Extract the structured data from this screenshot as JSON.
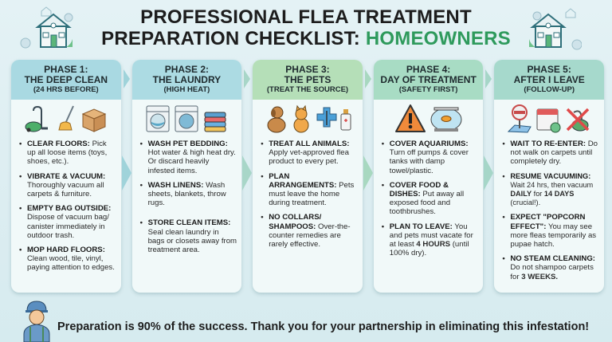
{
  "header": {
    "title_line1": "PROFESSIONAL FLEA TREATMENT",
    "title_line2_prefix": "PREPARATION CHECKLIST: ",
    "title_line2_accent": "HOMEOWNERS",
    "accent_color": "#2e9a5c"
  },
  "phases": [
    {
      "label": "PHASE 1:",
      "name": "THE DEEP CLEAN",
      "subtitle": "(24 HRS BEFORE)",
      "header_color": "#a9d9e2",
      "icons": [
        "vacuum-icon",
        "broom-icon",
        "cardboard-box-icon"
      ],
      "items": [
        {
          "title": "CLEAR FLOORS:",
          "text": "Pick up all loose items (toys, shoes, etc.)."
        },
        {
          "title": "VIBRATE & VACUUM:",
          "text": "Thoroughly vacuum all carpets & furniture."
        },
        {
          "title": "EMPTY BAG OUTSIDE:",
          "text": "Dispose of vacuum bag/ canister immediately in outdoor trash."
        },
        {
          "title": "MOP HARD FLOORS:",
          "text": "Clean wood, tile, vinyl, paying attention to edges."
        }
      ]
    },
    {
      "label": "PHASE 2:",
      "name": "THE LAUNDRY",
      "subtitle": "(HIGH HEAT)",
      "header_color": "#acdbe3",
      "icons": [
        "washing-machine-icon",
        "dryer-icon",
        "folded-clothes-icon"
      ],
      "items": [
        {
          "title": "WASH PET BEDDING:",
          "text": "Hot water & high heat dry. Or discard heavily infested items."
        },
        {
          "title": "WASH LINENS:",
          "text": "Wash sheets, blankets, throw rugs."
        },
        {
          "title": "STORE CLEAN ITEMS:",
          "text": "Seal clean laundry in bags or closets away from treatment area."
        }
      ]
    },
    {
      "label": "PHASE 3:",
      "name": "THE PETS",
      "subtitle": "(TREAT THE SOURCE)",
      "header_color": "#b5dfb8",
      "icons": [
        "dog-icon",
        "cat-icon",
        "vet-cross-icon",
        "medicine-bottle-icon"
      ],
      "items": [
        {
          "title": "TREAT ALL ANIMALS:",
          "text": "Apply vet-approved flea product to every pet."
        },
        {
          "title": "PLAN ARRANGEMENTS:",
          "text": "Pets must leave the home during treatment."
        },
        {
          "title": "NO COLLARS/ SHAMPOOS:",
          "text": "Over-the-counter remedies are rarely effective."
        }
      ]
    },
    {
      "label": "PHASE 4:",
      "name": "DAY OF TREATMENT",
      "subtitle": "(SAFETY FIRST)",
      "header_color": "#a8dcc4",
      "icons": [
        "warning-icon",
        "fishbowl-icon"
      ],
      "items": [
        {
          "title": "COVER AQUARIUMS:",
          "text": "Turn off pumps & cover tanks with damp towel/plastic."
        },
        {
          "title": "COVER FOOD & DISHES:",
          "text": "Put away all exposed food and toothbrushes."
        },
        {
          "title": "PLAN TO LEAVE:",
          "text": "You and pets must vacate for at least ",
          "bold": "4 HOURS",
          "text2": " (until 100% dry)."
        }
      ]
    },
    {
      "label": "PHASE 5:",
      "name": "AFTER I LEAVE",
      "subtitle": "(FOLLOW-UP)",
      "header_color": "#a6d9cc",
      "icons": [
        "do-not-enter-icon",
        "calendar-icon",
        "no-vacuum-icon"
      ],
      "items": [
        {
          "title": "WAIT TO RE-ENTER:",
          "text": "Do not walk on carpets until completely dry."
        },
        {
          "title": "RESUME VACUUMING:",
          "text": "Wait 24 hrs, then vacuum ",
          "bold": "DAILY",
          "text2": " for ",
          "bold2": "14 DAYS",
          "text3": " (crucial!)."
        },
        {
          "title": "EXPECT \"POPCORN EFFECT\":",
          "text": "You may see more fleas temporarily as pupae hatch."
        },
        {
          "title": "NO STEAM CLEANING:",
          "text": "Do not shampoo carpets for ",
          "bold": "3 WEEKS."
        }
      ]
    }
  ],
  "footer": {
    "text": "Preparation is 90% of the success. Thank you for your partnership in eliminating this infestation!",
    "icon": "pest-technician-icon"
  }
}
